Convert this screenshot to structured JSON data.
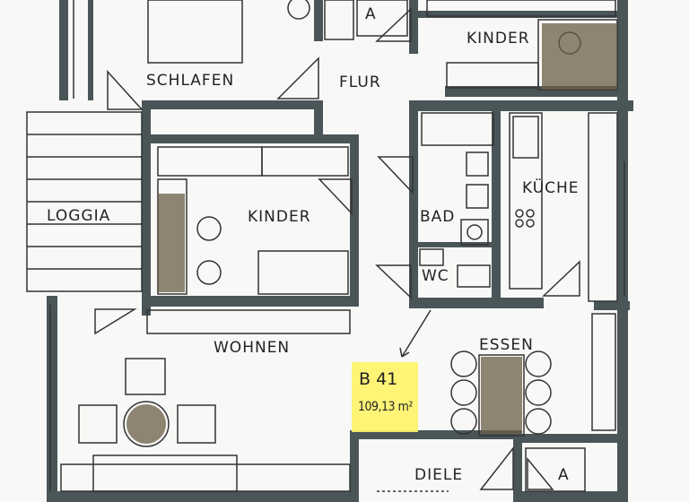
{
  "rooms": {
    "schlafen": "SCHLAFEN",
    "flur": "FLUR",
    "kinder_top": "KINDER",
    "loggia": "LOGGIA",
    "kinder_mid": "KINDER",
    "bad": "BAD",
    "kueche": "KÜCHE",
    "wc": "WC",
    "wohnen": "WOHNEN",
    "essen": "ESSEN",
    "diele": "DIELE",
    "abstell_top": "A",
    "abstell_bottom": "A"
  },
  "unit": {
    "id": "B 41",
    "area": "109,13 m²"
  },
  "colors": {
    "wall": "#4a5558",
    "line": "#333333",
    "highlight": "#fff36a",
    "background": "#f8f8f6"
  }
}
